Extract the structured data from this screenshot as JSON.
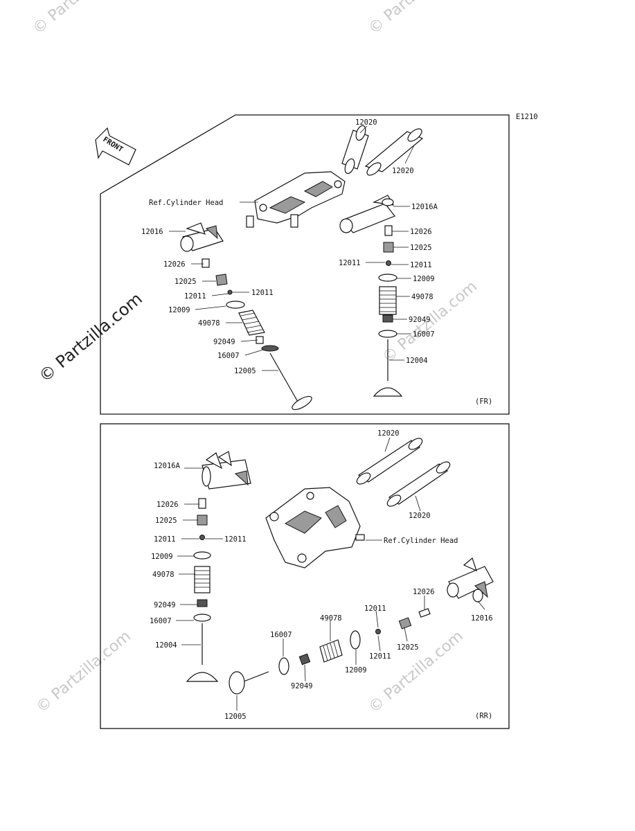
{
  "diagram_code": "E1210",
  "front_arrow": "FRONT",
  "watermark_large": "© Partzilla.com",
  "watermark_small": "© Partzilla.com",
  "sections": {
    "front": {
      "tag": "(FR)",
      "labels": {
        "shaft_a1": "12020",
        "shaft_a2": "12020",
        "ref_head": "Ref.Cylinder Head",
        "arm_l": "12016",
        "arm_r": "12016A",
        "l_adj": "12026",
        "l_nut": "12025",
        "l_cot_a": "12011",
        "l_cot_b": "12011",
        "l_ret": "12009",
        "l_spring": "49078",
        "l_seal": "92049",
        "l_seat": "16007",
        "l_valve": "12005",
        "r_adj": "12026",
        "r_nut": "12025",
        "r_cot_a": "12011",
        "r_cot_b": "12011",
        "r_ret": "12009",
        "r_spring": "49078",
        "r_seal": "92049",
        "r_seat": "16007",
        "r_valve": "12004"
      }
    },
    "rear": {
      "tag": "(RR)",
      "labels": {
        "shaft_a1": "12020",
        "shaft_a2": "12020",
        "ref_head": "Ref.Cylinder Head",
        "arm_l": "12016A",
        "l_adj": "12026",
        "l_nut": "12025",
        "l_cot_a": "12011",
        "l_cot_b": "12011",
        "l_ret": "12009",
        "l_spring": "49078",
        "l_seal": "92049",
        "l_seat": "16007",
        "l_valve": "12004",
        "arm_r": "12016",
        "h_adj": "12026",
        "h_cot_a": "12011",
        "h_cot_b": "12011",
        "h_nut": "12025",
        "h_spring": "49078",
        "h_seat": "16007",
        "h_ret": "12009",
        "h_seal": "92049",
        "h_valve": "12005"
      }
    }
  }
}
